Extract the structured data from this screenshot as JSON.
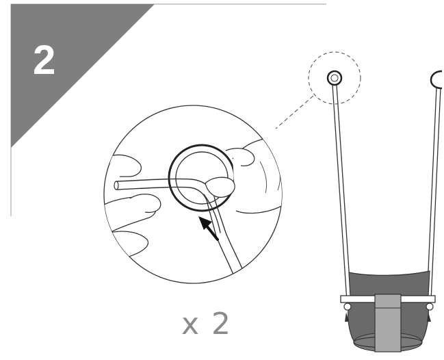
{
  "step": {
    "number": "2",
    "badge_color": "#7f7f7f",
    "badge_text_color": "#ffffff"
  },
  "detail": {
    "quantity_label": "x 2",
    "arrow_icon": "arrow-up-left-icon",
    "callout_style": "dashed"
  },
  "swing": {
    "seat_color": "#6a6a6a",
    "strap_color": "#aaaaaa",
    "line_color": "#333333"
  }
}
